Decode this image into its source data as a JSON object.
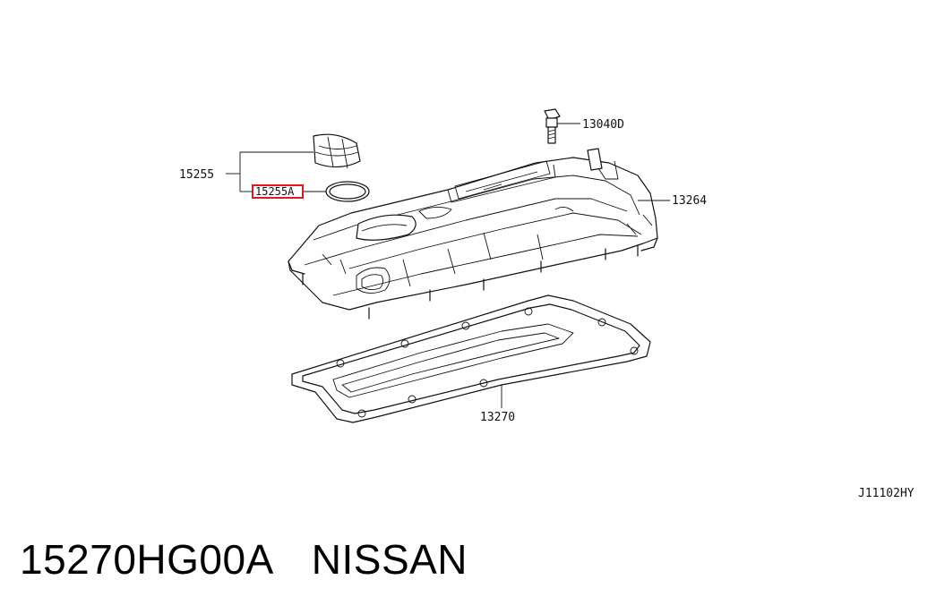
{
  "diagram": {
    "callouts": {
      "p15255": "15255",
      "p15255A": "15255A",
      "p13040D": "13040D",
      "p13264": "13264",
      "p13270": "13270"
    },
    "figure_code": "J11102HY",
    "highlight_color": "#e0191e"
  },
  "caption": {
    "part_number": "15270HG00A",
    "brand": "NISSAN"
  }
}
